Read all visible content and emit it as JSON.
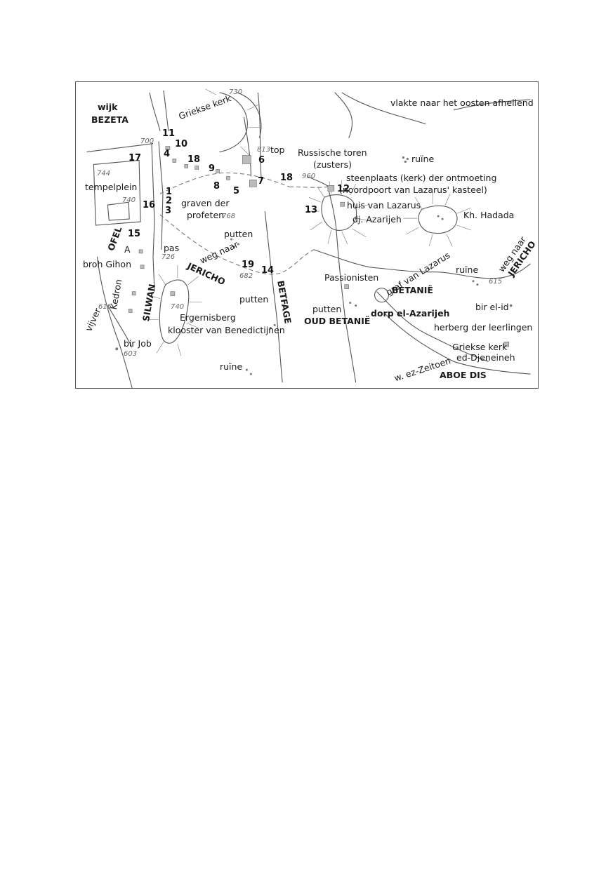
{
  "labels": {
    "wijk": "wijk",
    "bezeta": "BEZETA",
    "griekse_kerk_top": "Griekse kerk",
    "vlakte": "vlakte naar het oosten afhellend",
    "top": "top",
    "russische_toren": "Russische toren",
    "zusters": "(zusters)",
    "ruine_ne": "ruïne",
    "tempelplein": "tempelplein",
    "graven_der": "graven der",
    "profeten": "profeten",
    "steenplaats": "steenplaats (kerk) der ontmoeting",
    "noordpoort": "(noordpoort van Lazarus' kasteel)",
    "huis_lazarus": "huis van Lazarus",
    "dj_azarijeh": "dj. Azarijeh",
    "kh_hadada": "Kh. Hadada",
    "ofel": "OFEL",
    "a": "A",
    "pas": "pas",
    "putten_mid": "putten",
    "weg_naar_1": "weg naar",
    "jericho_1": "JERICHO",
    "broh_gihon": "broh Gihon",
    "kedron": "Kedron",
    "silwan": "SILWAN",
    "vijver": "vijver",
    "passionisten": "Passionisten",
    "graf_lazarus": "graf van Lazarus",
    "betanie": "BETANIË",
    "ruine_e": "ruïne",
    "weg_naar_2": "weg naar",
    "jericho_2": "JERICHO",
    "betfage": "BETFAGE",
    "putten_betfage": "putten",
    "putten_oud": "putten",
    "oud_betanie": "OUD BETANIË",
    "dorp": "dorp el-Azarijeh",
    "bir_el_id": "bir el-id",
    "ergernisberg": "Ergernisberg",
    "klooster": "klooster van Benedictijnen",
    "herberg": "herberg der leerlingen",
    "bir_job": "bir Job",
    "griekse_kerk_2": "Griekse kerk",
    "ed_djeneineh": "ed-Djeneineh",
    "w_ez_zeitoen": "w. ez-Zeitoen",
    "ruine_s": "ruïne",
    "aboe_dis": "ABOE DIS"
  },
  "numbers": {
    "n1": "1",
    "n2": "2",
    "n3": "3",
    "n4": "4",
    "n5": "5",
    "n6": "6",
    "n7": "7",
    "n8": "8",
    "n9": "9",
    "n10": "10",
    "n11": "11",
    "n12": "12",
    "n13": "13",
    "n14": "14",
    "n15": "15",
    "n16": "16",
    "n17": "17",
    "n18a": "18",
    "n18b": "18",
    "n19": "19"
  },
  "elevations": {
    "e744": "744",
    "e740": "740",
    "e740b": "740",
    "e768": "768",
    "e726": "726",
    "e682": "682",
    "e960": "960",
    "e813": "813",
    "e615": "615",
    "e603": "603",
    "e615b": "615",
    "e730": "730",
    "e700": "700"
  }
}
